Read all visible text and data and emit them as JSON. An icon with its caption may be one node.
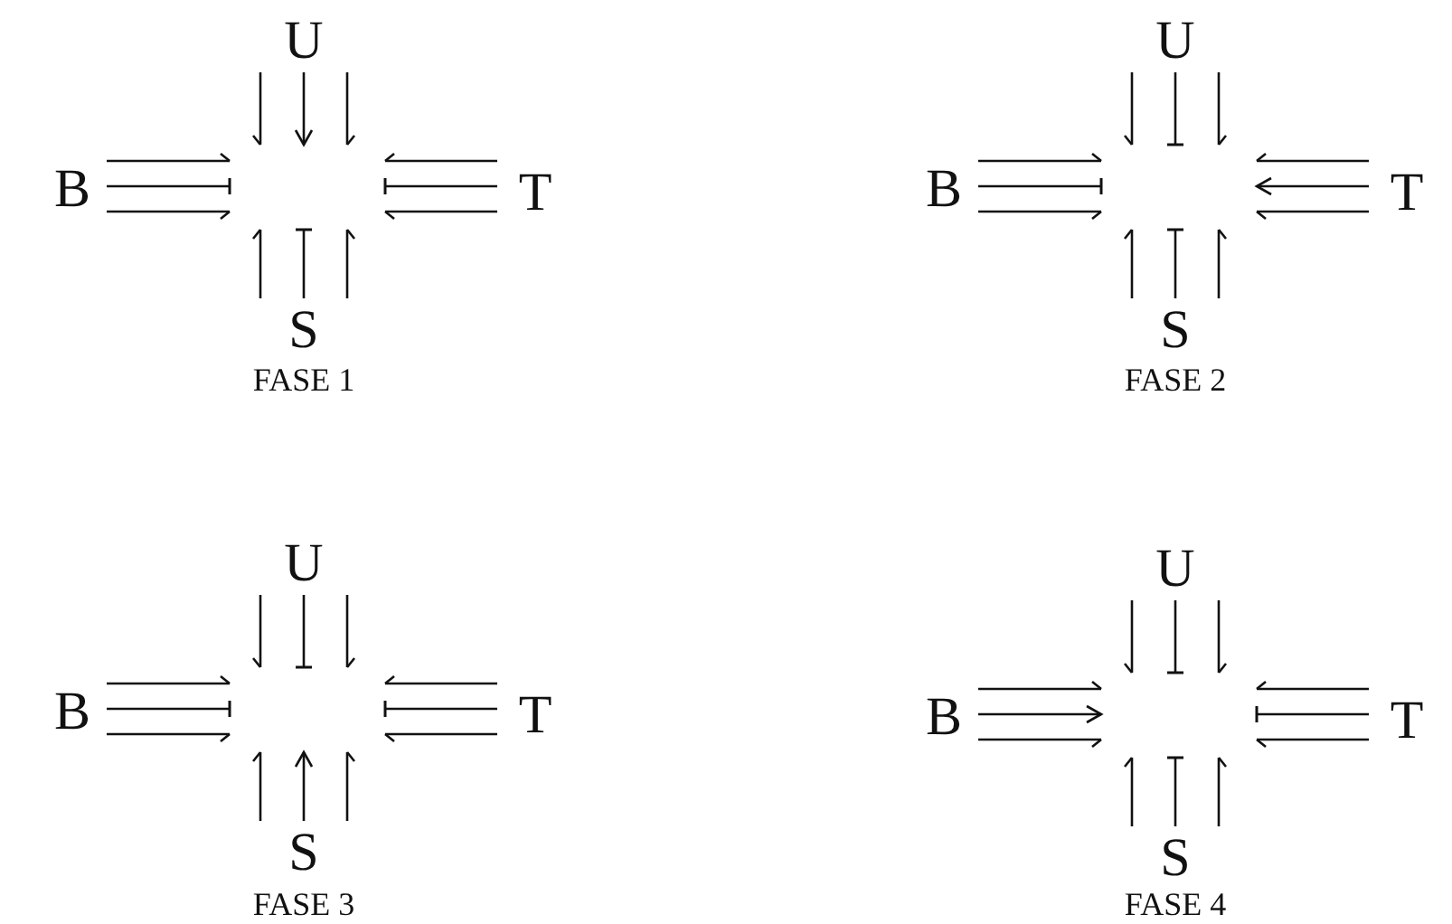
{
  "diagram": {
    "nodes": [
      {
        "text": [
          "U"
        ]
      },
      {
        "text": [
          "B"
        ]
      },
      {
        "text": [
          "T"
        ]
      },
      {
        "text": [
          "S"
        ]
      },
      {
        "text": [
          "U"
        ]
      },
      {
        "text": [
          "B"
        ]
      },
      {
        "text": [
          "T"
        ]
      },
      {
        "text": [
          "S"
        ]
      },
      {
        "text": [
          "U"
        ]
      },
      {
        "text": [
          "B"
        ]
      },
      {
        "text": [
          "T"
        ]
      },
      {
        "text": [
          "S"
        ]
      },
      {
        "text": [
          "U"
        ]
      },
      {
        "text": [
          "B"
        ]
      },
      {
        "text": [
          "T"
        ]
      },
      {
        "text": [
          "S"
        ]
      }
    ],
    "edges": [
      {
        "from": 0,
        "to": null,
        "arrow": "other"
      },
      {
        "from": 0,
        "to": null,
        "arrow": "to"
      },
      {
        "from": 0,
        "to": null,
        "arrow": "other"
      },
      {
        "from": 1,
        "to": null,
        "arrow": "other"
      },
      {
        "from": 1,
        "to": null,
        "arrow": "other"
      },
      {
        "from": 1,
        "to": null,
        "arrow": "other"
      },
      {
        "from": 2,
        "to": null,
        "arrow": "other"
      },
      {
        "from": 2,
        "to": null,
        "arrow": "other"
      },
      {
        "from": 2,
        "to": null,
        "arrow": "other"
      },
      {
        "from": 3,
        "to": null,
        "arrow": "other"
      },
      {
        "from": 3,
        "to": null,
        "arrow": "other"
      },
      {
        "from": 3,
        "to": null,
        "arrow": "other"
      },
      {
        "from": 4,
        "to": null,
        "arrow": "other"
      },
      {
        "from": 4,
        "to": null,
        "arrow": "other"
      },
      {
        "from": 4,
        "to": null,
        "arrow": "other"
      },
      {
        "from": 5,
        "to": null,
        "arrow": "other"
      },
      {
        "from": 5,
        "to": null,
        "arrow": "other"
      },
      {
        "from": 5,
        "to": null,
        "arrow": "other"
      },
      {
        "from": 6,
        "to": null,
        "arrow": "other"
      },
      {
        "from": 6,
        "to": null,
        "arrow": "to"
      },
      {
        "from": 6,
        "to": null,
        "arrow": "other"
      },
      {
        "from": 7,
        "to": null,
        "arrow": "other"
      },
      {
        "from": 7,
        "to": null,
        "arrow": "other"
      },
      {
        "from": 7,
        "to": null,
        "arrow": "other"
      },
      {
        "from": 8,
        "to": null,
        "arrow": "other"
      },
      {
        "from": 8,
        "to": null,
        "arrow": "other"
      },
      {
        "from": 8,
        "to": null,
        "arrow": "other"
      },
      {
        "from": 9,
        "to": null,
        "arrow": "other"
      },
      {
        "from": 9,
        "to": null,
        "arrow": "other"
      },
      {
        "from": 9,
        "to": null,
        "arrow": "other"
      },
      {
        "from": 10,
        "to": null,
        "arrow": "other"
      },
      {
        "from": 10,
        "to": null,
        "arrow": "other"
      },
      {
        "from": 10,
        "to": null,
        "arrow": "other"
      },
      {
        "from": 11,
        "to": null,
        "arrow": "other"
      },
      {
        "from": 11,
        "to": null,
        "arrow": "to"
      },
      {
        "from": 11,
        "to": null,
        "arrow": "other"
      },
      {
        "from": 12,
        "to": null,
        "arrow": "other"
      },
      {
        "from": 12,
        "to": null,
        "arrow": "other"
      },
      {
        "from": 12,
        "to": null,
        "arrow": "other"
      },
      {
        "from": 13,
        "to": null,
        "arrow": "other"
      },
      {
        "from": 13,
        "to": null,
        "arrow": "to"
      },
      {
        "from": 13,
        "to": null,
        "arrow": "other"
      },
      {
        "from": 14,
        "to": null,
        "arrow": "other"
      },
      {
        "from": 14,
        "to": null,
        "arrow": "other"
      },
      {
        "from": 14,
        "to": null,
        "arrow": "other"
      },
      {
        "from": 15,
        "to": null,
        "arrow": "other"
      },
      {
        "from": 15,
        "to": null,
        "arrow": "other"
      },
      {
        "from": 15,
        "to": null,
        "arrow": "other"
      }
    ],
    "labels": [
      "FASE 1",
      "FASE 2",
      "FASE 3",
      "FASE 4"
    ]
  }
}
